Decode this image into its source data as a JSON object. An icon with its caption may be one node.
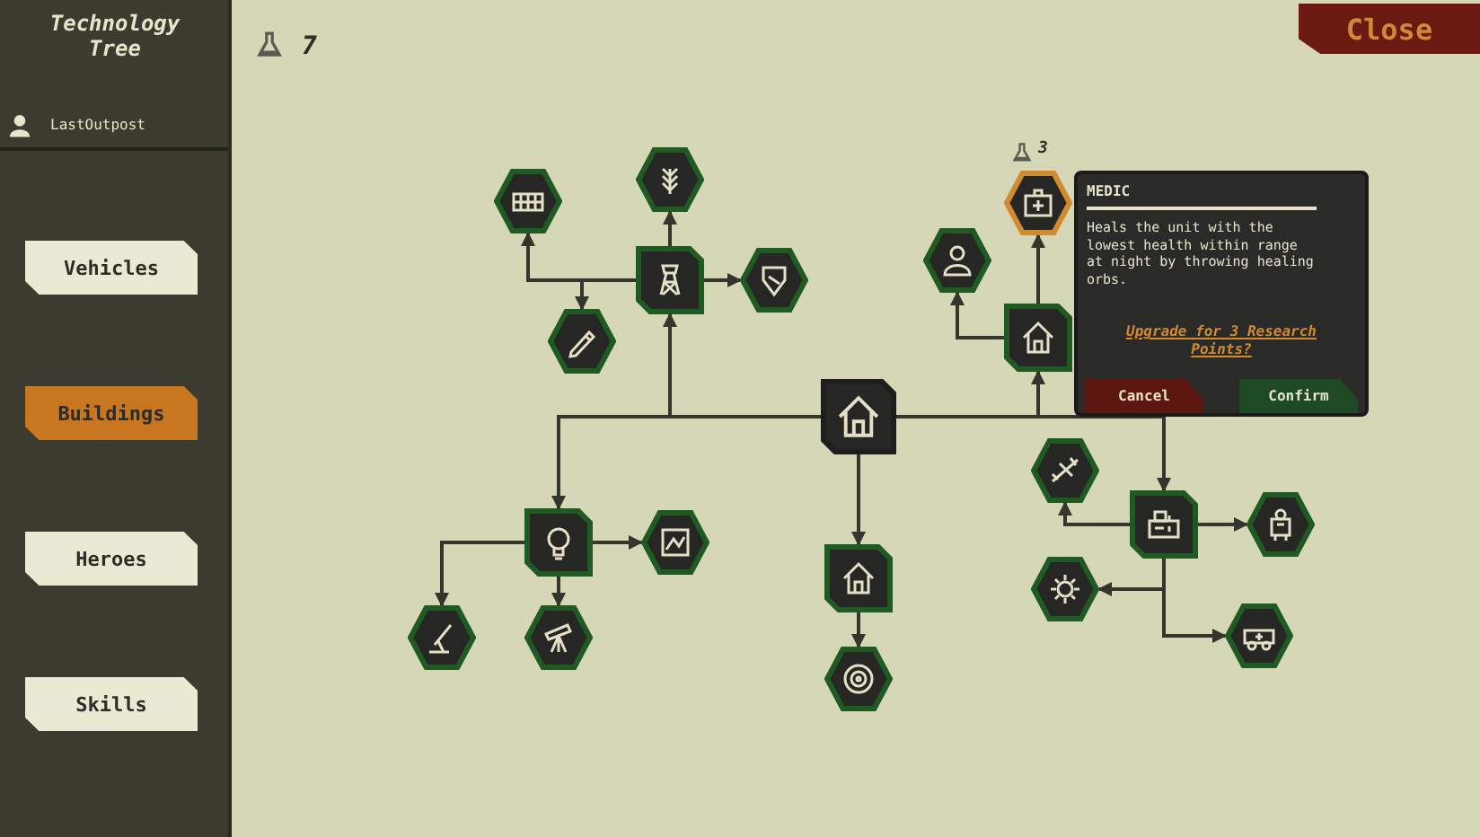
{
  "diagram": {
    "nodes": [
      {
        "text": [
          "Close"
        ]
      },
      {
        "text": [
          "Vehicles"
        ]
      },
      {
        "text": [
          "Buildings"
        ]
      },
      {
        "text": [
          "Heroes"
        ]
      },
      {
        "text": [
          "Skills"
        ]
      },
      {
        "text": [],
        "shape": "picture"
      },
      {
        "text": [],
        "shape": "picture",
        "beside": [
          "3"
        ]
      },
      {
        "text": [],
        "shape": "picture"
      },
      {
        "text": [
          "MEDIC",
          "Heals the unit with the lowest health within range at night by throwing healing orbs.",
          "Upgrade for 3 Research Points?"
        ]
      },
      {
        "text": [
          "Cancel"
        ],
        "in": 8
      },
      {
        "text": [
          "Confirm"
        ],
        "in": 8
      },
      {
        "text": [],
        "shape": "picture"
      },
      {
        "text": [],
        "shape": "picture"
      },
      {
        "text": [],
        "shape": "picture"
      },
      {
        "text": [],
        "shape": "picture"
      },
      {
        "text": [],
        "shape": "picture"
      },
      {
        "text": [],
        "shape": "picture"
      },
      {
        "text": [],
        "shape": "picture"
      },
      {
        "text": [],
        "shape": "picture"
      },
      {
        "text": [],
        "shape": "picture"
      },
      {
        "text": [],
        "shape": "picture"
      },
      {
        "text": [],
        "shape": "picture"
      },
      {
        "text": [],
        "shape": "picture"
      },
      {
        "text": [],
        "shape": "picture"
      },
      {
        "text": [],
        "shape": "picture"
      },
      {
        "text": [],
        "shape": "picture"
      },
      {
        "text": [],
        "shape": "picture"
      },
      {
        "text": [],
        "shape": "picture"
      }
    ],
    "edges": [
      {
        "from": 16,
        "to": 12,
        "arrow": "to"
      },
      {
        "from": 16,
        "to": 20,
        "arrow": "to"
      },
      {
        "from": 16,
        "to": 22,
        "arrow": "to"
      },
      {
        "from": 16,
        "to": 14,
        "arrow": "to"
      },
      {
        "from": 16,
        "to": 18,
        "arrow": "to"
      },
      {
        "from": 12,
        "to": 5,
        "arrow": "to"
      },
      {
        "from": 12,
        "to": 7,
        "arrow": "to"
      },
      {
        "from": 12,
        "to": 15,
        "arrow": "to"
      },
      {
        "from": 12,
        "to": 13,
        "arrow": "to"
      },
      {
        "from": 20,
        "to": 21,
        "arrow": "to"
      },
      {
        "from": 20,
        "to": 24,
        "arrow": "to"
      },
      {
        "from": 20,
        "to": 25,
        "arrow": "to"
      },
      {
        "from": 22,
        "to": 27,
        "arrow": "to"
      },
      {
        "from": 14,
        "to": 6,
        "arrow": "to"
      },
      {
        "from": 14,
        "to": 11,
        "arrow": "to"
      },
      {
        "from": 18,
        "to": 17,
        "arrow": "to"
      },
      {
        "from": 18,
        "to": 19,
        "arrow": "to"
      },
      {
        "from": 18,
        "to": 23,
        "arrow": "to"
      },
      {
        "from": 18,
        "to": 26,
        "arrow": "to"
      }
    ],
    "labels": [
      "Technology Tree",
      "LastOutpost",
      "7"
    ]
  }
}
